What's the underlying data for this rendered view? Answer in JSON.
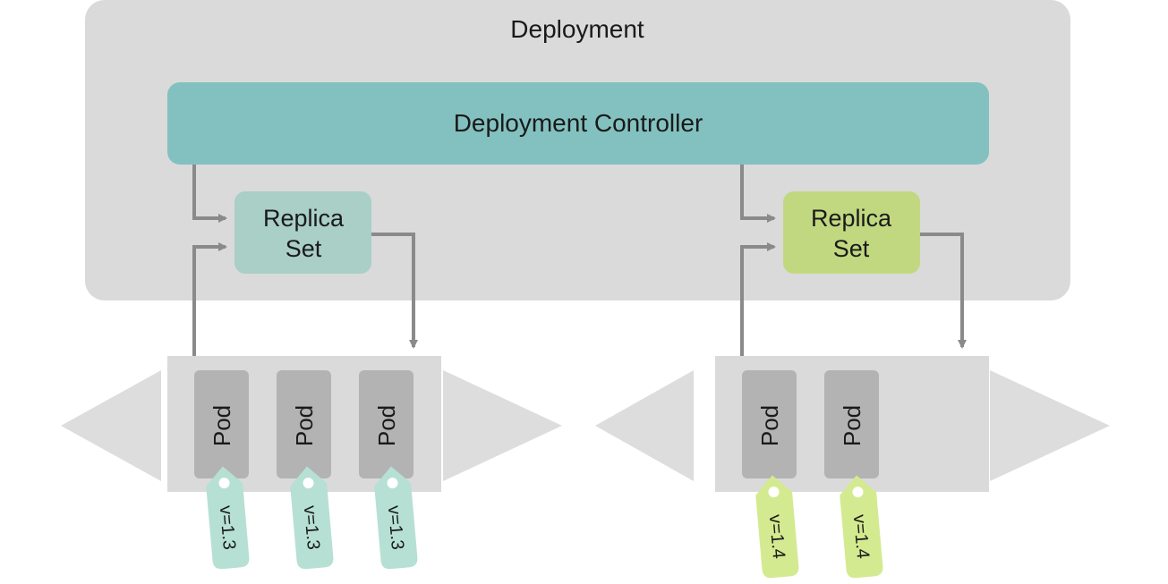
{
  "deployment": {
    "title": "Deployment",
    "controller_label": "Deployment Controller"
  },
  "replica_sets": [
    {
      "line1": "Replica",
      "line2": "Set",
      "color": "#a9cfc6",
      "pods": [
        {
          "label": "Pod",
          "tag": "v=1.3"
        },
        {
          "label": "Pod",
          "tag": "v=1.3"
        },
        {
          "label": "Pod",
          "tag": "v=1.3"
        }
      ],
      "tag_color": "#b6e0d4"
    },
    {
      "line1": "Replica",
      "line2": "Set",
      "color": "#c1d880",
      "pods": [
        {
          "label": "Pod",
          "tag": "v=1.4"
        },
        {
          "label": "Pod",
          "tag": "v=1.4"
        }
      ],
      "tag_color": "#d4ea90"
    }
  ],
  "colors": {
    "deployment_bg": "#dadada",
    "controller": "#82c1bf",
    "pod_group": "#dadada",
    "pod": "#b3b3b3",
    "arrow": "#8a8a8a",
    "scale_arrow": "#dddddd"
  }
}
